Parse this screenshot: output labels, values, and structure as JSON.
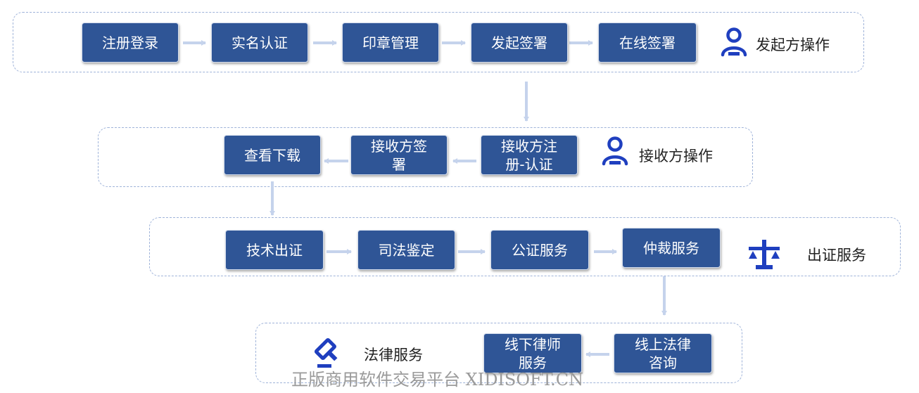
{
  "rows": [
    {
      "label": "发起方操作",
      "icon": "person-icon",
      "steps": [
        "注册登录",
        "实名认证",
        "印章管理",
        "发起签署",
        "在线签署"
      ]
    },
    {
      "label": "接收方操作",
      "icon": "person-icon",
      "steps": [
        "查看下载",
        "接收方签署",
        "接收方注册-认证"
      ],
      "step_lines": [
        [
          "查看下载"
        ],
        [
          "接收方签",
          "署"
        ],
        [
          "接收方注",
          "册-认证"
        ]
      ]
    },
    {
      "label": "出证服务",
      "icon": "scales-icon",
      "steps": [
        "技术出证",
        "司法鉴定",
        "公证服务",
        "仲裁服务"
      ]
    },
    {
      "label": "法律服务",
      "icon": "gavel-icon",
      "steps": [
        "线下律师服务",
        "线上法律咨询"
      ],
      "step_lines": [
        [
          "线下律师",
          "服务"
        ],
        [
          "线上法律",
          "咨询"
        ]
      ]
    }
  ],
  "watermark": "正版商用软件交易平台 XIDISOFT.CN",
  "colors": {
    "box": "#2f5596",
    "lane_border": "#9fb3d9",
    "arrow": "#c5d3ec",
    "icon": "#1f3fbf"
  }
}
